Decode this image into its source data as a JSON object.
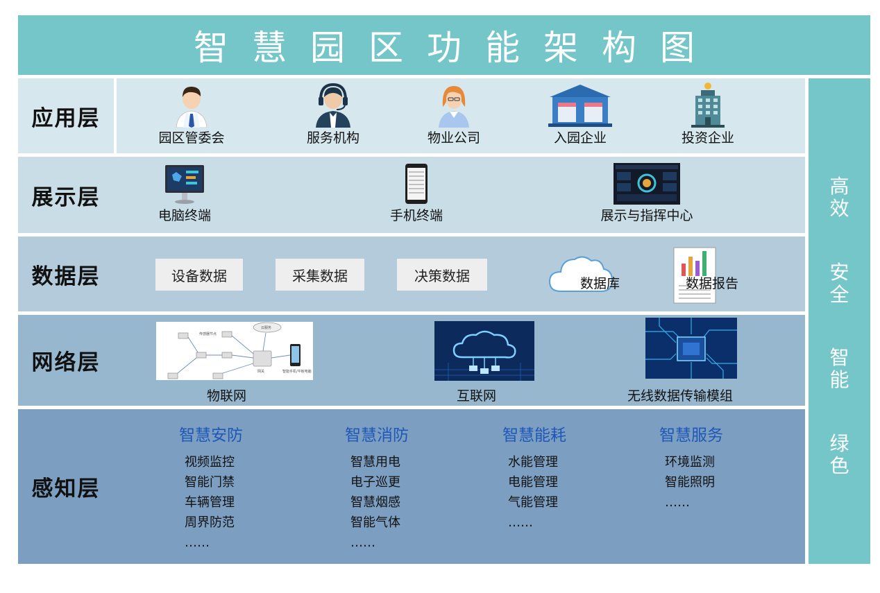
{
  "title": "智慧园区功能架构图",
  "side_labels": [
    "高效",
    "安全",
    "智能",
    "绿色"
  ],
  "layers": {
    "app": {
      "label": "应用层",
      "items": [
        {
          "label": "园区管委会",
          "icon": "businessman-icon"
        },
        {
          "label": "服务机构",
          "icon": "headset-agent-icon"
        },
        {
          "label": "物业公司",
          "icon": "woman-icon"
        },
        {
          "label": "入园企业",
          "icon": "warehouse-icon"
        },
        {
          "label": "投资企业",
          "icon": "office-building-icon"
        }
      ]
    },
    "display": {
      "label": "展示层",
      "items": [
        {
          "label": "电脑终端",
          "icon": "monitor-icon"
        },
        {
          "label": "手机终端",
          "icon": "tablet-icon"
        },
        {
          "label": "展示与指挥中心",
          "icon": "dashboard-screen-icon"
        }
      ]
    },
    "data": {
      "label": "数据层",
      "boxes": [
        "设备数据",
        "采集数据",
        "决策数据"
      ],
      "database": "数据库",
      "report": "数据报告"
    },
    "network": {
      "label": "网络层",
      "items": [
        {
          "label": "物联网",
          "icon": "iot-network-diagram"
        },
        {
          "label": "互联网",
          "icon": "cloud-network-icon"
        },
        {
          "label": "无线数据传输模组",
          "icon": "circuit-chip-icon"
        }
      ],
      "iot_diagram": {
        "node_label": "传感器节点",
        "cloud_label": "云服务",
        "gateway_label": "网关",
        "terminal_label": "智能手机/平板电脑"
      }
    },
    "sense": {
      "label": "感知层",
      "groups": [
        {
          "title": "智慧安防",
          "items": [
            "视频监控",
            "智能门禁",
            "车辆管理",
            "周界防范",
            "……"
          ]
        },
        {
          "title": "智慧消防",
          "items": [
            "智慧用电",
            "电子巡更",
            "智慧烟感",
            "智能气体",
            "……"
          ]
        },
        {
          "title": "智慧能耗",
          "items": [
            "水能管理",
            "电能管理",
            "气能管理",
            "……"
          ]
        },
        {
          "title": "智慧服务",
          "items": [
            "环境监测",
            "智能照明",
            "……"
          ]
        }
      ]
    }
  },
  "colors": {
    "teal": "#74c6c9",
    "row_app": "#d6e7ee",
    "row_display": "#c9dde6",
    "row_data": "#b4cbdc",
    "row_network": "#97b7cf",
    "row_sense": "#7c9fc1",
    "sense_heading": "#1e57b8"
  }
}
